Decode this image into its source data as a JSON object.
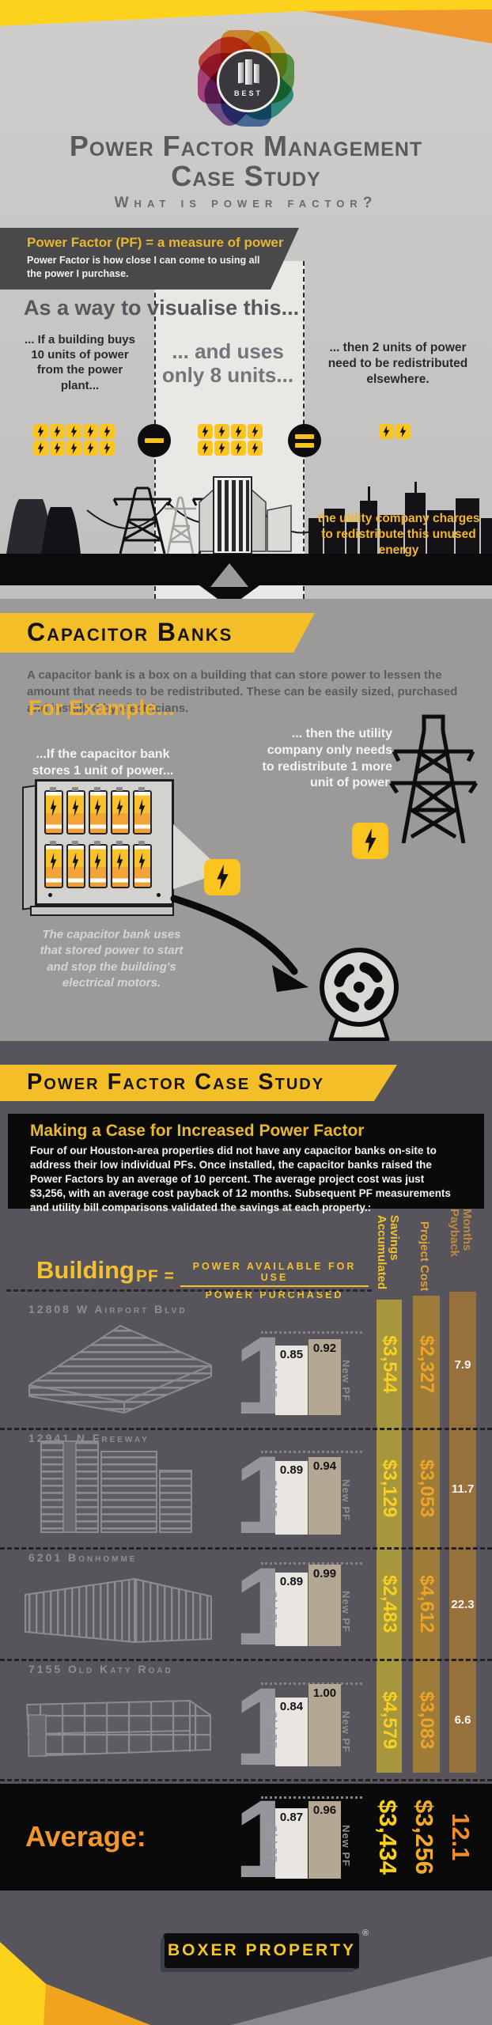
{
  "logo": {
    "text": "BEST"
  },
  "header": {
    "title_line1": "Power Factor Management",
    "title_line2": "Case Study",
    "subtitle": "What is power factor?"
  },
  "definition": {
    "heading": "Power Factor (PF) = a measure of power",
    "body": "Power Factor is how close I can come to using all the power I purchase."
  },
  "visualise": {
    "heading": "As a way to visualise this...",
    "buy": {
      "text": "... If a building buys 10 units of power from the power plant...",
      "units": 10
    },
    "use": {
      "text": "... and uses only 8 units...",
      "units": 8
    },
    "redistribute": {
      "text": "... then 2 units of power need to be redistributed elsewhere.",
      "units": 2
    },
    "utility_note": "the utility company charges to redistribute this unused energy"
  },
  "capacitor": {
    "title": "Capacitor Banks",
    "description": "A capacitor bank is a box on a building that can store power to lessen the amount that needs to be redistributed. These can be easily sized, purchased and installed by electricians.",
    "example_heading": "For Example...",
    "example_left": "...If the capacitor bank stores 1 unit of power...",
    "example_right": "... then the utility company only needs to redistribute 1 more unit of power.",
    "battery_count": 10,
    "motor_note": "The capacitor bank uses that stored power to start and stop the building's electrical motors."
  },
  "case_study": {
    "banner": "Power Factor Case Study",
    "heading": "Making a Case for Increased Power Factor",
    "body": "Four of our Houston-area properties did not have any capacitor banks on-site to address their low individual PFs. Once installed, the capacitor banks raised the Power Factors by an average of 10 percent. The average project cost was just $3,256, with an average cost payback of 12 months. Subsequent PF measurements and utility bill comparisons validated the savings at each property.:"
  },
  "table": {
    "building_label": "Building",
    "pf_label": "PF =",
    "pf_numerator": "Power available for use",
    "pf_denominator": "Power purchased",
    "columns": {
      "savings": [
        "Accumulated",
        "Savings"
      ],
      "cost": "Project Cost",
      "payback": [
        "Payback",
        "Months"
      ]
    },
    "pf_chart": {
      "scale_label": "1",
      "old_label": "Old PF",
      "new_label": "New PF"
    },
    "rows": [
      {
        "name": "12808 W Airport Blvd",
        "old_pf": "0.85",
        "new_pf": "0.92",
        "savings": "$3,544",
        "cost": "$2,327",
        "payback": "7.9"
      },
      {
        "name": "12941 N Freeway",
        "old_pf": "0.89",
        "new_pf": "0.94",
        "savings": "$3,129",
        "cost": "$3,053",
        "payback": "11.7"
      },
      {
        "name": "6201 Bonhomme",
        "old_pf": "0.89",
        "new_pf": "0.99",
        "savings": "$2,483",
        "cost": "$4,612",
        "payback": "22.3"
      },
      {
        "name": "7155 Old Katy Road",
        "old_pf": "0.84",
        "new_pf": "1.00",
        "savings": "$4,579",
        "cost": "$3,083",
        "payback": "6.6"
      }
    ],
    "average": {
      "label": "Average:",
      "old_pf": "0.87",
      "new_pf": "0.96",
      "savings": "$3,434",
      "cost": "$3,256",
      "payback": "12.1"
    }
  },
  "footer": {
    "brand": "BOXER PROPERTY",
    "registered": "®"
  },
  "colors": {
    "accent_yellow": "#f4be29",
    "accent_orange": "#f0962e",
    "bolt_yellow": "#fcc41f",
    "old_pf_bar": "#e9e6e1",
    "new_pf_bar": "#b4a894",
    "savings_strip": "#a6973d",
    "cost_strip": "#9c7c38",
    "payback_strip": "#96713c"
  },
  "chart_data": {
    "type": "bar",
    "title": "Power Factor Case Study",
    "categories": [
      "12808 W Airport Blvd",
      "12941 N Freeway",
      "6201 Bonhomme",
      "7155 Old Katy Road",
      "Average"
    ],
    "series": [
      {
        "name": "Old PF",
        "values": [
          0.85,
          0.89,
          0.89,
          0.84,
          0.87
        ]
      },
      {
        "name": "New PF",
        "values": [
          0.92,
          0.94,
          0.99,
          1.0,
          0.96
        ]
      },
      {
        "name": "Accumulated Savings ($)",
        "values": [
          3544,
          3129,
          2483,
          4579,
          3434
        ]
      },
      {
        "name": "Project Cost ($)",
        "values": [
          2327,
          3053,
          4612,
          3083,
          3256
        ]
      },
      {
        "name": "Payback Months",
        "values": [
          7.9,
          11.7,
          22.3,
          6.6,
          12.1
        ]
      }
    ],
    "ylim": [
      0,
      1
    ]
  }
}
